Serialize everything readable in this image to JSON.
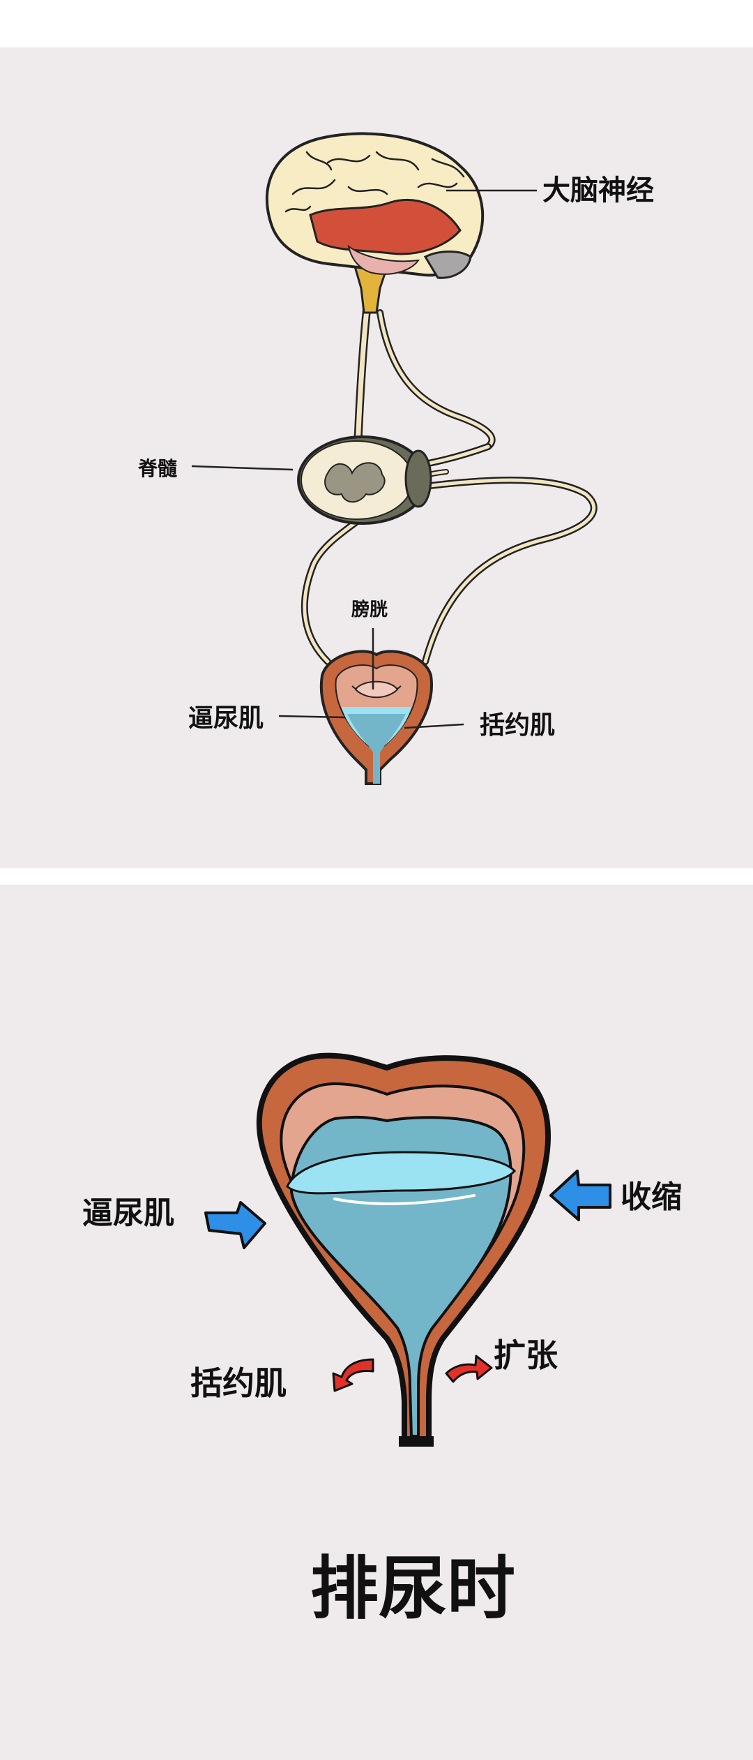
{
  "top_panel": {
    "brain_label": "大脑神经",
    "spine_label": "脊髓",
    "bladder_label": "膀胱",
    "detrusor_label": "逼尿肌",
    "sphincter_label": "括约肌"
  },
  "bottom_panel": {
    "detrusor_label": "逼尿肌",
    "contract_label": "收缩",
    "sphincter_label": "括约肌",
    "dilate_label": "扩张",
    "caption": "排尿时"
  },
  "colors": {
    "background": "#efeaec",
    "brain_cortex": "#f8ecc4",
    "brain_red": "#d2503a",
    "muscle_outer": "#c7673d",
    "muscle_inner": "#e4a58e",
    "urine": "#73b6c9",
    "urine_surface": "#9be2f2",
    "arrow_blue": "#2e8fe6",
    "arrow_red": "#e2312a",
    "nerve": "#f2e6c2"
  }
}
